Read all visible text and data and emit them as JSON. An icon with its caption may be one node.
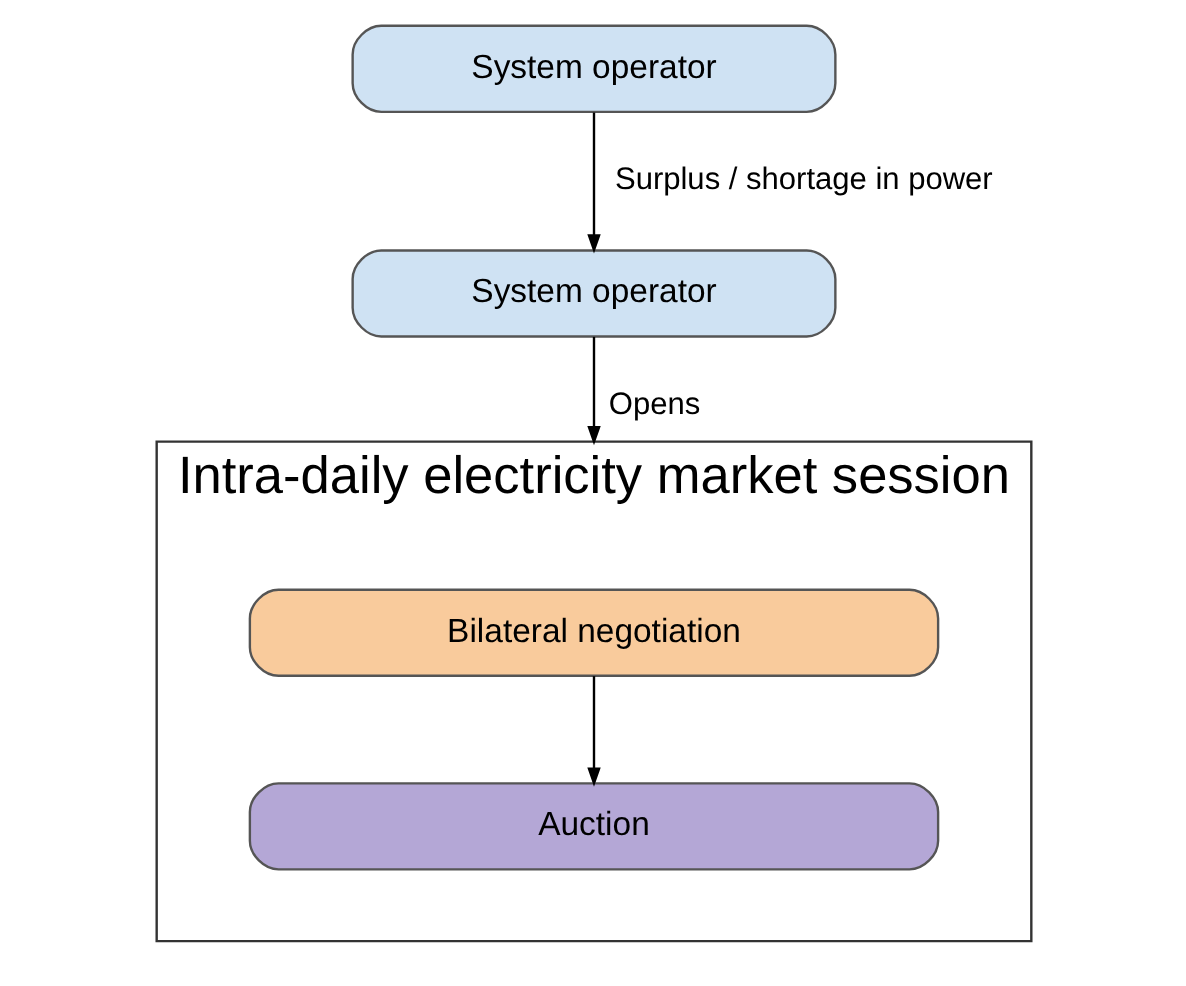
{
  "diagram": {
    "nodes": [
      {
        "text": [
          "System operator"
        ]
      },
      {
        "text": [
          "System operator"
        ]
      },
      {
        "text": [
          "Intra-daily electricity market session"
        ]
      },
      {
        "text": [
          "Bilateral negotiation"
        ],
        "in": 2
      },
      {
        "text": [
          "Auction"
        ],
        "in": 2
      }
    ],
    "edges": [
      {
        "from": 0,
        "to": 1,
        "arrow": "to",
        "label": "Surplus / shortage in power"
      },
      {
        "from": 1,
        "to": 2,
        "arrow": "to",
        "label": "Opens"
      },
      {
        "from": 3,
        "to": 4,
        "arrow": "to"
      }
    ]
  }
}
